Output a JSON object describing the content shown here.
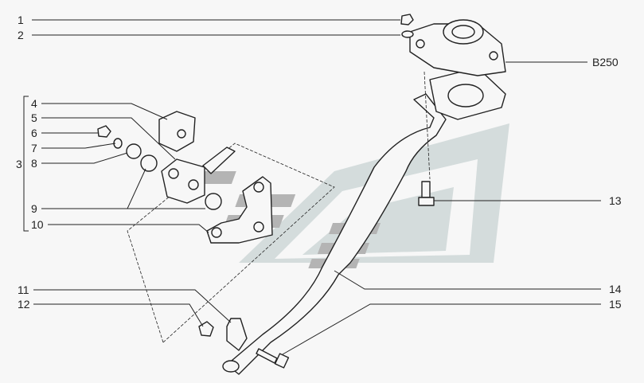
{
  "diagram": {
    "callouts": [
      {
        "id": "1",
        "label": "1"
      },
      {
        "id": "2",
        "label": "2"
      },
      {
        "id": "3",
        "label": "3"
      },
      {
        "id": "4",
        "label": "4"
      },
      {
        "id": "5",
        "label": "5"
      },
      {
        "id": "6",
        "label": "6"
      },
      {
        "id": "7",
        "label": "7"
      },
      {
        "id": "8",
        "label": "8"
      },
      {
        "id": "9",
        "label": "9"
      },
      {
        "id": "10",
        "label": "10"
      },
      {
        "id": "11",
        "label": "11"
      },
      {
        "id": "12",
        "label": "12"
      },
      {
        "id": "13",
        "label": "13"
      },
      {
        "id": "14",
        "label": "14"
      },
      {
        "id": "15",
        "label": "15"
      },
      {
        "id": "B250",
        "label": "B250"
      }
    ],
    "colors": {
      "background": "#f7f7f7",
      "line": "#222222",
      "watermark_light": "#d4dcdc",
      "watermark_dark": "#b4b4b4"
    }
  }
}
